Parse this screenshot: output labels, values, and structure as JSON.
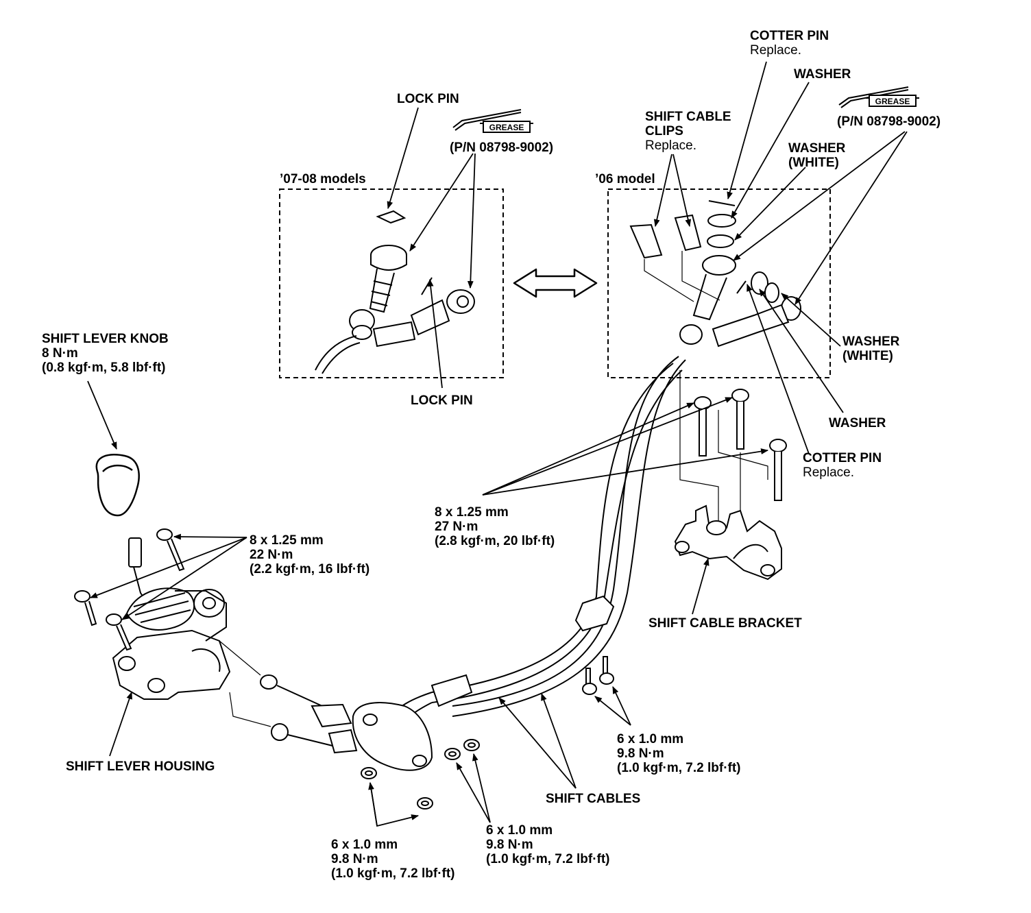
{
  "labels": {
    "lock_pin_top": "LOCK PIN",
    "lock_pin_bottom": "LOCK PIN",
    "models_07_08": "’07-08 models",
    "model_06": "’06 model",
    "grease_part_left": "(P/N 08798-9002)",
    "grease_part_right": "(P/N 08798-9002)",
    "grease_tag_left": "GREASE",
    "grease_tag_right": "GREASE",
    "cotter_pin_top": {
      "line1": "COTTER PIN",
      "line2": "Replace."
    },
    "washer_top": "WASHER",
    "washer_white_top": {
      "line1": "WASHER",
      "line2": "(WHITE)"
    },
    "shift_cable_clips": {
      "line1": "SHIFT CABLE",
      "line2": "CLIPS",
      "line3": "Replace."
    },
    "washer_white_right": {
      "line1": "WASHER",
      "line2": "(WHITE)"
    },
    "washer_right": "WASHER",
    "cotter_pin_right": {
      "line1": "COTTER PIN",
      "line2": "Replace."
    },
    "shift_lever_knob": {
      "line1": "SHIFT LEVER KNOB",
      "line2": "8 N·m",
      "line3": "(0.8 kgf·m, 5.8 lbf·ft)"
    },
    "housing_bolts": {
      "line1": "8 x 1.25 mm",
      "line2": "22 N·m",
      "line3": "(2.2 kgf·m, 16 lbf·ft)"
    },
    "bracket_bolts": {
      "line1": "8 x 1.25 mm",
      "line2": "27 N·m",
      "line3": "(2.8 kgf·m, 20 lbf·ft)"
    },
    "shift_cable_bracket": "SHIFT CABLE BRACKET",
    "shift_lever_housing": "SHIFT LEVER HOUSING",
    "shift_cables": "SHIFT CABLES",
    "right_bolts": {
      "line1": "6 x 1.0 mm",
      "line2": "9.8 N·m",
      "line3": "(1.0 kgf·m, 7.2 lbf·ft)"
    },
    "bottom_nuts_left": {
      "line1": "6 x 1.0 mm",
      "line2": "9.8 N·m",
      "line3": "(1.0 kgf·m, 7.2 lbf·ft)"
    },
    "bottom_nuts_mid": {
      "line1": "6 x 1.0 mm",
      "line2": "9.8 N·m",
      "line3": "(1.0 kgf·m, 7.2 lbf·ft)"
    }
  }
}
